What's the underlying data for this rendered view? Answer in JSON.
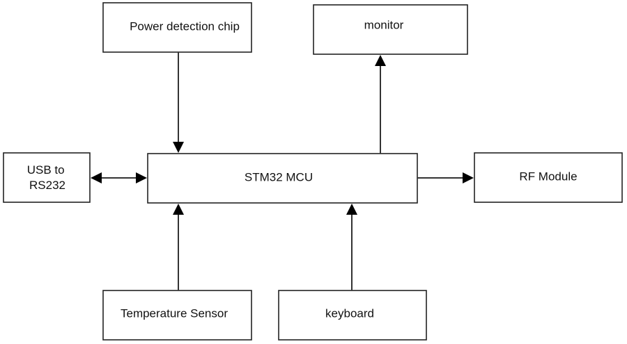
{
  "nodes": {
    "power": {
      "label": "Power detection chip"
    },
    "monitor": {
      "label": "monitor"
    },
    "usb": {
      "lines": [
        "USB to",
        "RS232"
      ]
    },
    "mcu": {
      "label": "STM32 MCU"
    },
    "rf": {
      "label": "RF Module"
    },
    "temp": {
      "label": "Temperature Sensor"
    },
    "keyboard": {
      "label": "keyboard"
    }
  },
  "edges": [
    {
      "from": "power",
      "to": "mcu",
      "direction": "forward"
    },
    {
      "from": "mcu",
      "to": "monitor",
      "direction": "forward"
    },
    {
      "from": "usb",
      "to": "mcu",
      "direction": "both"
    },
    {
      "from": "mcu",
      "to": "rf",
      "direction": "forward"
    },
    {
      "from": "temp",
      "to": "mcu",
      "direction": "forward"
    },
    {
      "from": "keyboard",
      "to": "mcu",
      "direction": "forward"
    }
  ]
}
